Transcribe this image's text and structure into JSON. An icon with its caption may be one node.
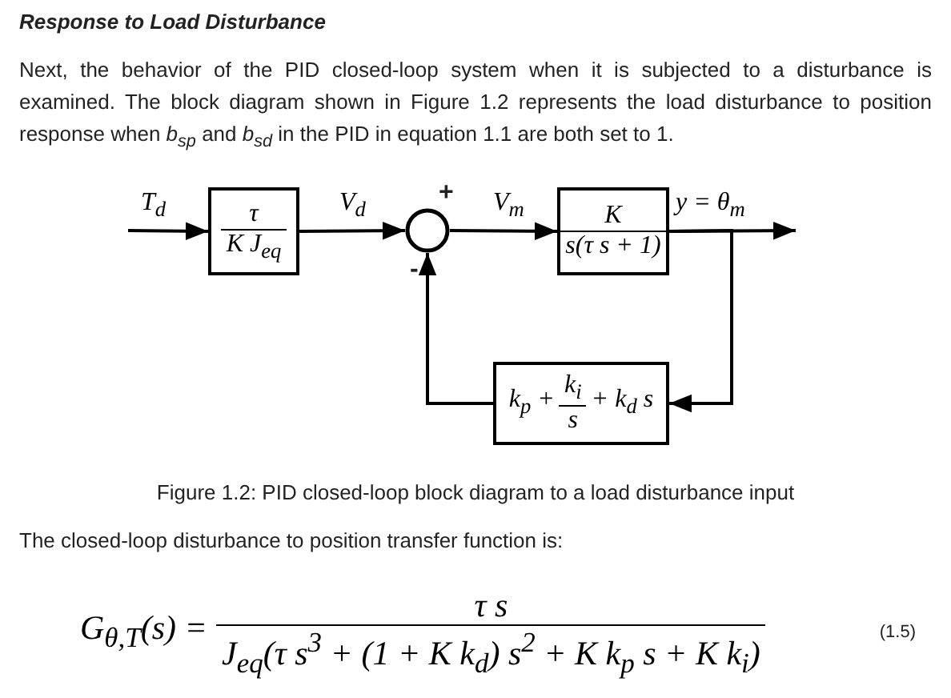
{
  "diagram": {
    "title": "Response to Load Disturbance",
    "caption": "Figure 1.2: PID closed-loop block diagram to a load disturbance input",
    "nodes": [
      {
        "text": [
          "τ",
          "K J$_{eq}$"
        ]
      },
      {
        "text": [],
        "shape": "circle",
        "beside": [
          "+",
          "-"
        ]
      },
      {
        "text": [
          "K",
          "s(τ s + 1)"
        ]
      },
      {
        "text": [
          "k$_{p}$ +",
          "k$_{i}$",
          "s",
          "+ k$_{d}$ s"
        ]
      }
    ],
    "edges": [
      {
        "from": null,
        "to": 0,
        "arrow": "to",
        "label": "T$_{d}$"
      },
      {
        "from": 0,
        "to": 1,
        "arrow": "to",
        "label": "V$_{d}$"
      },
      {
        "from": 1,
        "to": 2,
        "arrow": "to",
        "label": "V$_{m}$"
      },
      {
        "from": 2,
        "to": null,
        "arrow": "to",
        "label": "y = θ$_{m}$"
      },
      {
        "from": 2,
        "to": 3,
        "arrow": "to"
      },
      {
        "from": 3,
        "to": 1,
        "arrow": "to"
      }
    ],
    "labels": [
      "Next, the behavior of the PID closed-loop system when it is subjected to a disturbance is examined. The block diagram shown in Figure 1.2 represents the load disturbance to position response when *b$_{sp}$* and *b$_{sd}$* in the PID in equation 1.1 are both set to 1.",
      "The closed-loop disturbance to position transfer function is:",
      "G$_{θ,T}$(s) =",
      "τ s",
      "J$_{eq}$(τ s$^{3}$ + (1 + K k$_{d}$) s$^{2}$ + K k$_{p}$ s + K k$_{i}$)",
      "(1.5)"
    ]
  }
}
